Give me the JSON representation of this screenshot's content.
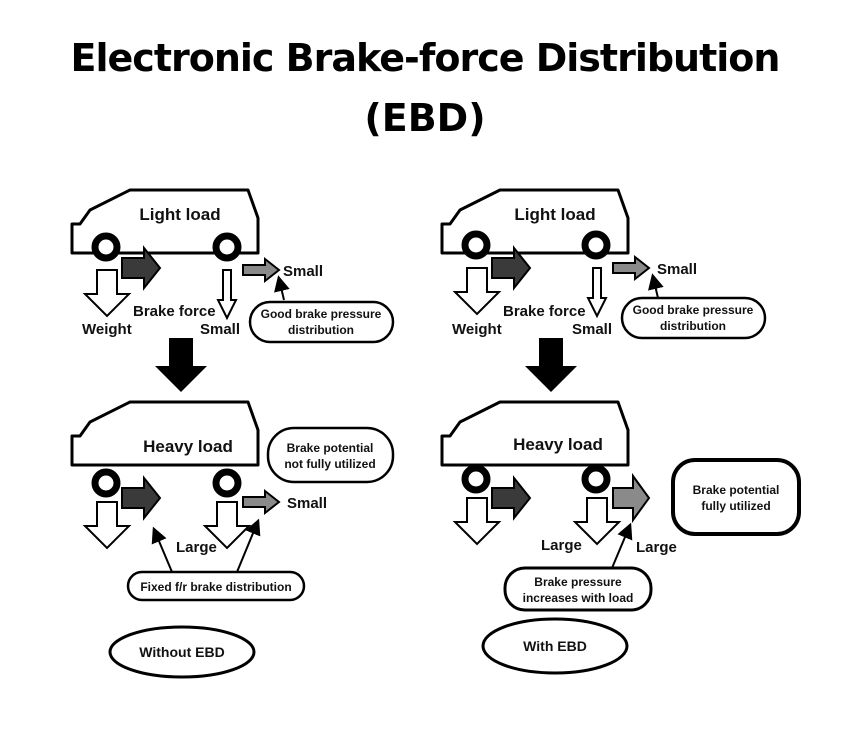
{
  "title": {
    "line1": "Electronic Brake-force Distribution",
    "line2": "(EBD)"
  },
  "panels": {
    "without": {
      "light": {
        "load_label": "Light load",
        "weight_label": "Weight",
        "brake_force_label": "Brake force",
        "rear_weight_label": "Small",
        "rear_force_label": "Small",
        "callout": [
          "Good brake pressure",
          "distribution"
        ],
        "callout_bold_word": "Good"
      },
      "heavy": {
        "load_label": "Heavy load",
        "rear_weight_label": "Large",
        "rear_force_label": "Small",
        "callout_top": [
          "Brake potential",
          "not fully utilized"
        ],
        "callout_bottom": "Fixed f/r brake distribution"
      },
      "caption": "Without EBD"
    },
    "with": {
      "light": {
        "load_label": "Light load",
        "weight_label": "Weight",
        "brake_force_label": "Brake force",
        "rear_weight_label": "Small",
        "rear_force_label": "Small",
        "callout": [
          "Good brake pressure",
          "distribution"
        ],
        "callout_bold_word": "Good"
      },
      "heavy": {
        "load_label": "Heavy load",
        "rear_weight_label": "Large",
        "rear_force_label": "Large",
        "callout_side": [
          "Brake potential",
          "fully utilized"
        ],
        "callout_bottom": [
          "Brake pressure",
          "increases with load"
        ]
      },
      "caption": "With EBD"
    }
  },
  "colors": {
    "ink": "#000000",
    "front_force_fill": "#3a3a3a",
    "rear_force_fill": "#8a8a8a",
    "background": "#ffffff"
  }
}
